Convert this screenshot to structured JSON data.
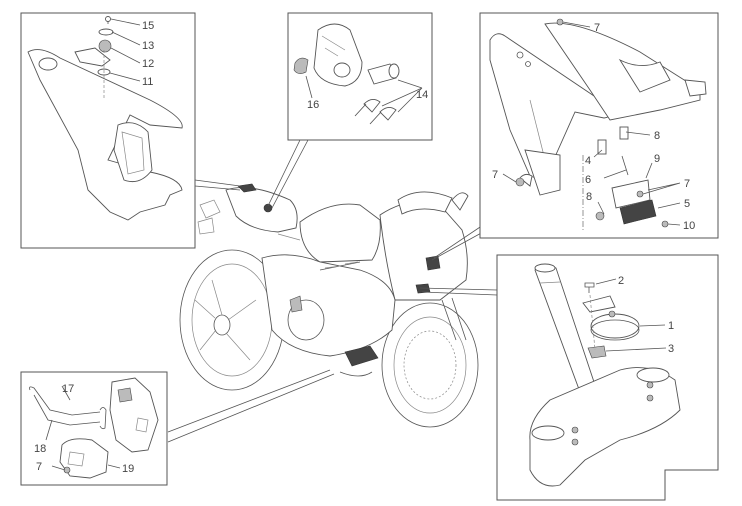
{
  "diagram": {
    "type": "exploded-parts-diagram",
    "subject": "motorcycle electrical components",
    "detail_boxes": [
      {
        "id": "tail-fairing",
        "callouts": [
          "15",
          "13",
          "12",
          "11"
        ]
      },
      {
        "id": "ignition-lock",
        "callouts": [
          "16",
          "14"
        ]
      },
      {
        "id": "front-subframe",
        "callouts": [
          "7",
          "8",
          "4",
          "6",
          "9",
          "7",
          "7",
          "8",
          "5",
          "10"
        ]
      },
      {
        "id": "horn-steering-head",
        "callouts": [
          "2",
          "1",
          "3"
        ]
      },
      {
        "id": "regulator-wiring",
        "callouts": [
          "17",
          "18",
          "7",
          "19"
        ]
      }
    ],
    "labels": {
      "c15": "15",
      "c13": "13",
      "c12": "12",
      "c11": "11",
      "c16": "16",
      "c14": "14",
      "c7a": "7",
      "c8a": "8",
      "c4": "4",
      "c6": "6",
      "c9": "9",
      "c7b": "7",
      "c7c": "7",
      "c8b": "8",
      "c5": "5",
      "c10": "10",
      "c2": "2",
      "c1": "1",
      "c3": "3",
      "c17": "17",
      "c18": "18",
      "c7d": "7",
      "c19": "19"
    }
  }
}
